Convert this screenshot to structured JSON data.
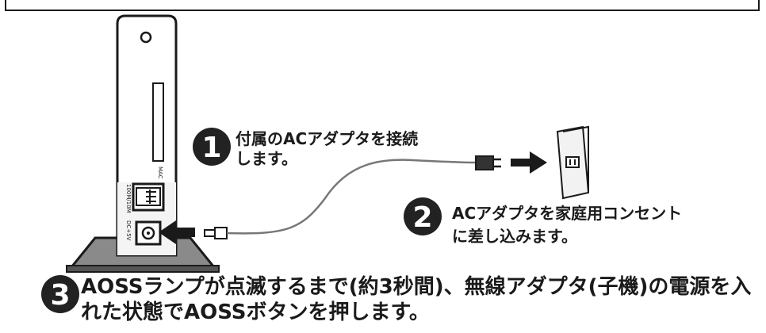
{
  "steps": [
    {
      "number": "1",
      "text": "付属のACアダプタを接続\nします。"
    },
    {
      "number": "2",
      "text": "ACアダプタを家庭用コンセント\nに差し込みます。"
    },
    {
      "number": "3",
      "text": "AOSSランプが点滅するまで(約3秒間)、無線アダプタ(子機)の電源を入\nれた状態でAOSSボタンを押します。"
    }
  ],
  "device": {
    "mac_label": "MAC",
    "lan_label": "100M/10M",
    "dc_label": "DC+5V"
  },
  "colors": {
    "ink": "#1a1a1a",
    "device_fill": "#e8e8e8",
    "stand_fill": "#8a8a8a",
    "cable": "#777777",
    "outlet_fill": "#f2f2f2",
    "badge_fill": "#222222",
    "badge_text": "#ffffff"
  }
}
